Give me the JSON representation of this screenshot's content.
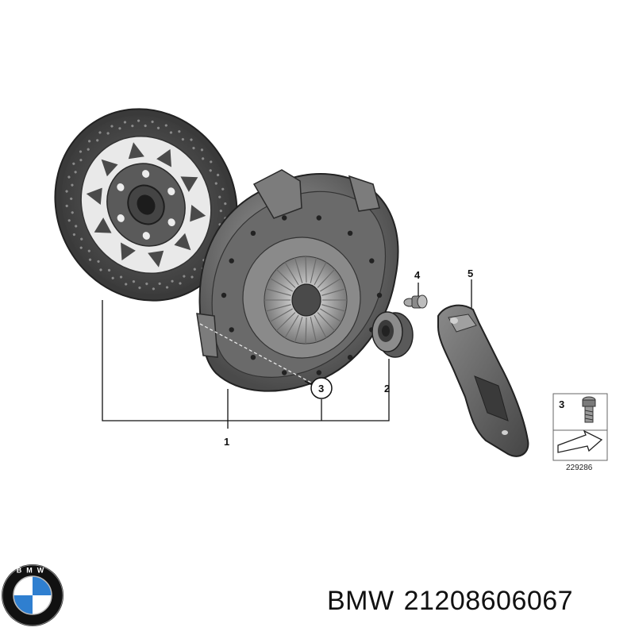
{
  "diagram": {
    "callouts": {
      "c1": "1",
      "c2": "2",
      "c3": "3",
      "c4": "4",
      "c5": "5"
    },
    "inset": {
      "item": "3",
      "ref_number": "229286"
    },
    "logo": {
      "letters": "BMW",
      "colors": {
        "blue": "#2f7fd0",
        "ring": "#111111",
        "white": "#ffffff"
      }
    }
  },
  "caption": {
    "brand": "BMW",
    "part_number": "21208606067"
  }
}
